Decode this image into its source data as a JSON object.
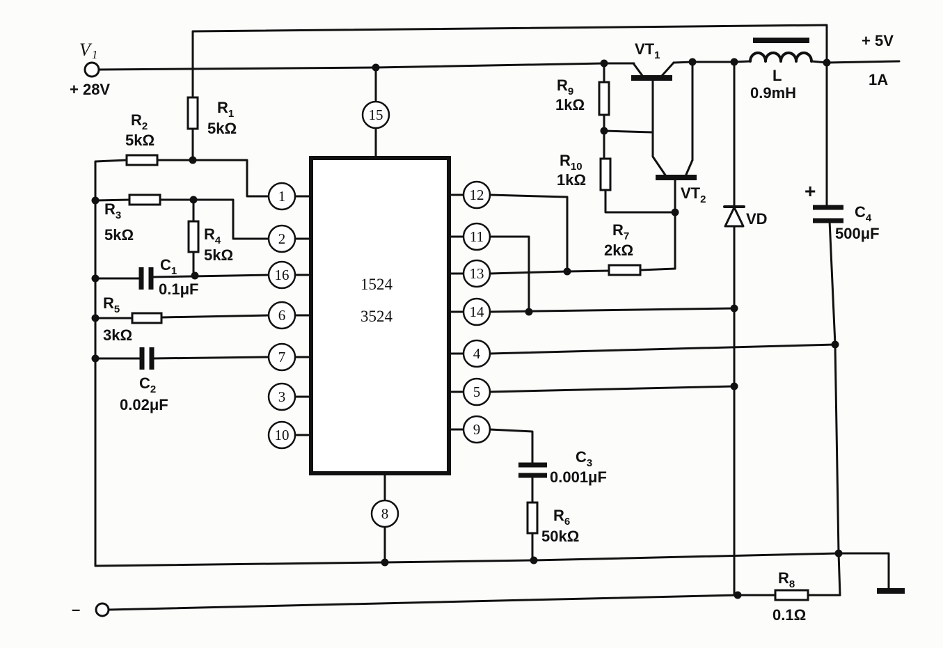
{
  "ic": {
    "label_top": "1524",
    "label_bottom": "3524"
  },
  "pins": {
    "p1": "1",
    "p2": "2",
    "p16": "16",
    "p6": "6",
    "p7": "7",
    "p3": "3",
    "p10": "10",
    "p12": "12",
    "p11": "11",
    "p13": "13",
    "p14": "14",
    "p4": "4",
    "p5": "5",
    "p9": "9",
    "p15": "15",
    "p8": "8"
  },
  "components": {
    "R1": {
      "symbol": "R",
      "index": "1",
      "value": "5kΩ"
    },
    "R2": {
      "symbol": "R",
      "index": "2",
      "value": "5kΩ"
    },
    "R3": {
      "symbol": "R",
      "index": "3",
      "value": "5kΩ"
    },
    "R4": {
      "symbol": "R",
      "index": "4",
      "value": "5kΩ"
    },
    "R5": {
      "symbol": "R",
      "index": "5",
      "value": "3kΩ"
    },
    "R6": {
      "symbol": "R",
      "index": "6",
      "value": "50kΩ"
    },
    "R7": {
      "symbol": "R",
      "index": "7",
      "value": "2kΩ"
    },
    "R8": {
      "symbol": "R",
      "index": "8",
      "value": "0.1Ω"
    },
    "R9": {
      "symbol": "R",
      "index": "9",
      "value": "1kΩ"
    },
    "R10": {
      "symbol": "R",
      "index": "10",
      "value": "1kΩ"
    },
    "C1": {
      "symbol": "C",
      "index": "1",
      "value": "0.1μF"
    },
    "C2": {
      "symbol": "C",
      "index": "2",
      "value": "0.02μF"
    },
    "C3": {
      "symbol": "C",
      "index": "3",
      "value": "0.001μF"
    },
    "C4": {
      "symbol": "C",
      "index": "4",
      "value": "500μF",
      "polarity": "+"
    },
    "L": {
      "symbol": "L",
      "value": "0.9mH"
    },
    "VT1": {
      "symbol": "VT",
      "index": "1"
    },
    "VT2": {
      "symbol": "VT",
      "index": "2"
    },
    "VD": {
      "symbol": "VD"
    }
  },
  "terminals": {
    "input": {
      "symbol": "V",
      "index": "1",
      "value": "+ 28V"
    },
    "output": {
      "value": "+ 5V",
      "current": "1A"
    },
    "return": {
      "symbol": "–"
    }
  }
}
